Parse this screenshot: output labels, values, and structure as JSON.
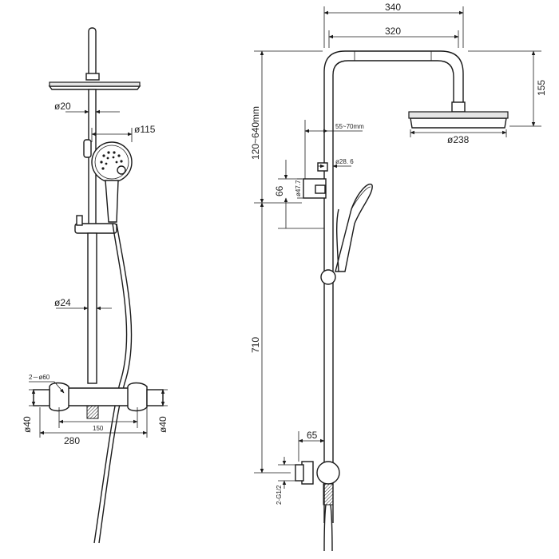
{
  "drawing": {
    "front_view": {
      "dim_head_shower_arm": "ø20",
      "dim_hand_shower": "ø115",
      "dim_rail": "ø24",
      "dim_outlets": "2－ø60",
      "dim_valve_height_left": "ø40",
      "dim_valve_height_right": "ø40",
      "dim_valve_width": "280",
      "dim_centers": "150"
    },
    "side_view": {
      "dim_total_reach": "340",
      "dim_arm_reach": "320",
      "dim_head_drop": "155",
      "dim_head_diameter": "ø238",
      "dim_adjust_range": "120~640mm",
      "dim_holder_offset": "55~70mm",
      "dim_holder_pipe": "ø28. 6",
      "dim_holder_size": "ø47.7",
      "dim_holder_height": "66",
      "dim_rail_length": "710",
      "dim_wall_offset": "65",
      "dim_inlet_thread": "2-G1/2"
    }
  }
}
